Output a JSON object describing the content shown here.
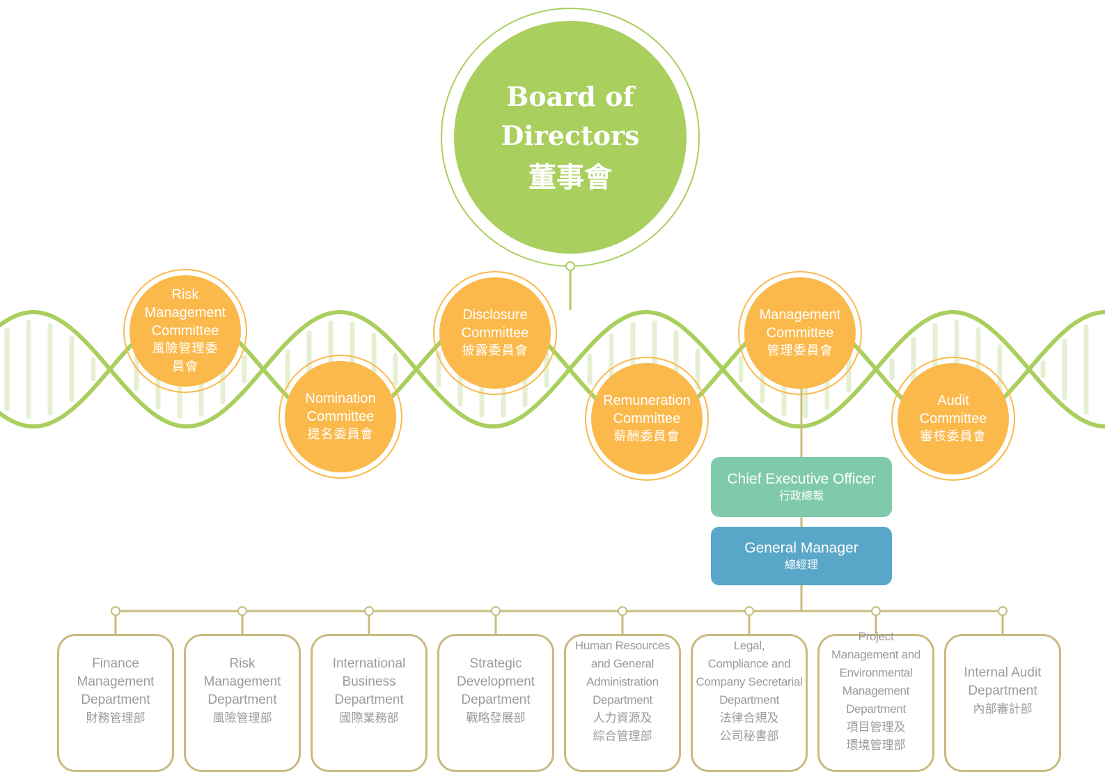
{
  "colors": {
    "board": "#a9cf5e",
    "helix": "#a9cf5e",
    "committee": "#fbb94c",
    "ceo": "#7fcaaa",
    "general_manager": "#58a6c8",
    "department_border": "#c8bb80",
    "department_text": "#9b9b9b"
  },
  "board": {
    "en": "Board of Directors",
    "zh": "董事會"
  },
  "committees": [
    {
      "en": "Risk Management Committee",
      "zh": "風險管理委員會"
    },
    {
      "en": "Nomination Committee",
      "zh": "提名委員會"
    },
    {
      "en": "Disclosure Committee",
      "zh": "披露委員會"
    },
    {
      "en": "Remuneration Committee",
      "zh": "薪酬委員會"
    },
    {
      "en": "Management Committee",
      "zh": "管理委員會"
    },
    {
      "en": "Audit Committee",
      "zh": "審核委員會"
    }
  ],
  "ceo": {
    "en": "Chief Executive Officer",
    "zh": "行政總裁"
  },
  "general_manager": {
    "en": "General Manager",
    "zh": "總經理"
  },
  "departments": [
    {
      "en": "Finance\nManagement\nDepartment",
      "zh": "財務管理部"
    },
    {
      "en": "Risk\nManagement\nDepartment",
      "zh": "風險管理部"
    },
    {
      "en": "International\nBusiness\nDepartment",
      "zh": "國際業務部"
    },
    {
      "en": "Strategic\nDevelopment\nDepartment",
      "zh": "戰略發展部"
    },
    {
      "en": "Human Resources\nand General\nAdministration\nDepartment",
      "zh": "人力資源及\n綜合管理部"
    },
    {
      "en": "Legal,\nCompliance and\nCompany Secretarial\nDepartment",
      "zh": "法律合規及\n公司秘書部"
    },
    {
      "en": "Project\nManagement and\nEnvironmental\nManagement\nDepartment",
      "zh": "項目管理及\n環境管理部"
    },
    {
      "en": "Internal Audit\nDepartment",
      "zh": "內部審計部"
    }
  ]
}
